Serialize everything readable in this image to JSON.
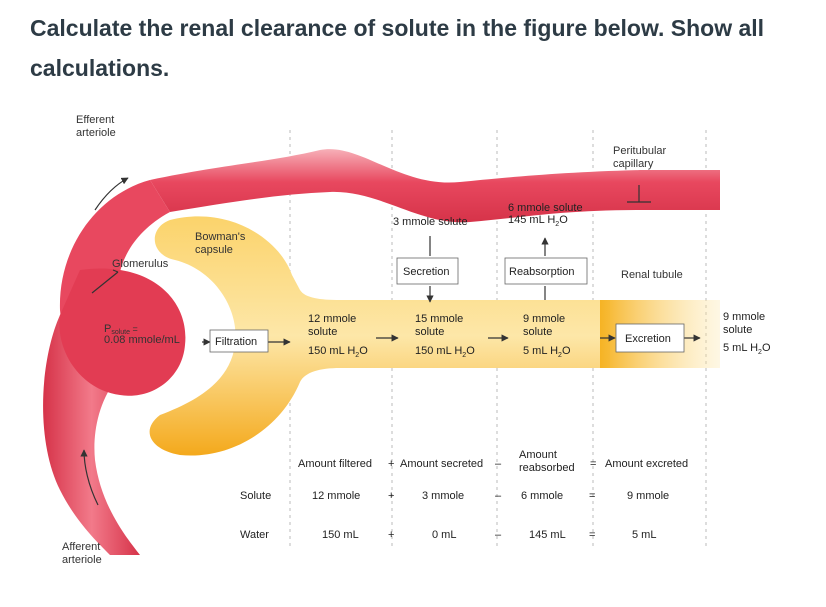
{
  "question": {
    "line1": "Calculate the renal clearance of solute in the figure below. Show all",
    "line2": "calculations."
  },
  "figure": {
    "efferent": [
      "Efferent",
      "arteriole"
    ],
    "afferent": [
      "Afferent",
      "arteriole"
    ],
    "glomerulus": "Glomerulus",
    "bowmans": [
      "Bowman's",
      "capsule"
    ],
    "peritubular": [
      "Peritubular",
      "capillary"
    ],
    "renal_tubule": "Renal tubule",
    "psolute": [
      "P",
      "solute",
      " =",
      "0.08 mmole/mL"
    ],
    "filtration": "Filtration",
    "secretion": "Secretion",
    "reabsorption": "Reabsorption",
    "excretion": "Excretion",
    "cap_secret": "3 mmole solute",
    "cap_reabs": [
      "6 mmole solute",
      "145 mL H",
      "2",
      "O"
    ],
    "tub1": [
      "12 mmole",
      "solute",
      "150 mL H",
      "2",
      "O"
    ],
    "tub2": [
      "15 mmole",
      "solute",
      "150 mL H",
      "2",
      "O"
    ],
    "tub3": [
      "9 mmole",
      "solute",
      "5 mL H",
      "2",
      "O"
    ],
    "urine": [
      "9 mmole",
      "solute",
      "5 mL H",
      "2",
      "O"
    ],
    "equation": {
      "filtered": "Amount filtered",
      "plus": "+",
      "secreted": "Amount secreted",
      "minus": "–",
      "reabsorbed": [
        "Amount",
        "reabsorbed"
      ],
      "equals": "=",
      "excreted": "Amount excreted"
    },
    "rows": [
      {
        "label": "Solute",
        "filtered": "12 mmole",
        "op1": "+",
        "secreted": "3 mmole",
        "op2": "–",
        "reabsorbed": "6 mmole",
        "op3": "=",
        "excreted": "9 mmole"
      },
      {
        "label": "Water",
        "filtered": "150 mL",
        "op1": "+",
        "secreted": "0 mL",
        "op2": "–",
        "reabsorbed": "145 mL",
        "op3": "=",
        "excreted": "5 mL"
      }
    ],
    "colors": {
      "vessel": "#e8485f",
      "vessel_light": "#f5a3ad",
      "tubule": "#f6b324",
      "tubule_light": "#fde6a6"
    }
  }
}
